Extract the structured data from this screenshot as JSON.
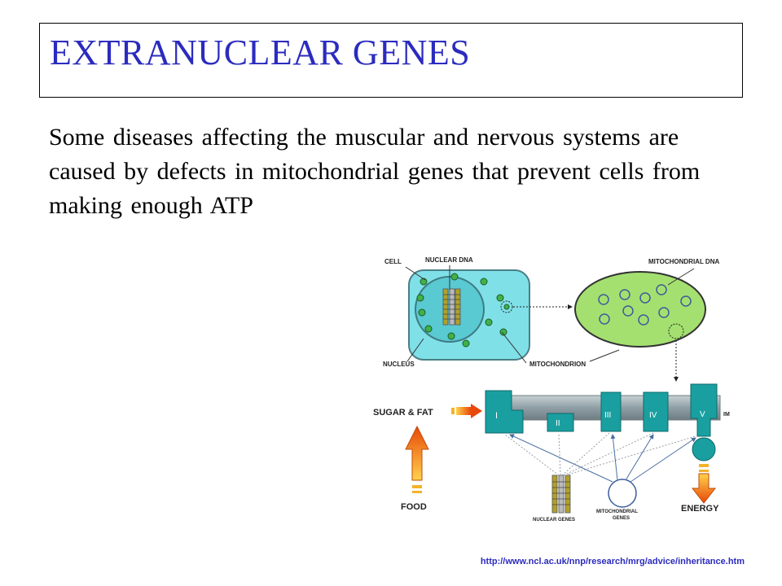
{
  "slide": {
    "title": "EXTRANUCLEAR GENES",
    "body": "Some diseases affecting the muscular and nervous systems are caused by defects in mitochondrial genes that prevent cells from making enough ATP",
    "source_url": "http://www.ncl.ac.uk/nnp/research/mrg/advice/inheritance.htm"
  },
  "diagram": {
    "labels": {
      "cell": "CELL",
      "nuclear_dna": "NUCLEAR DNA",
      "mitochondrial_dna": "MITOCHONDRIAL DNA",
      "nucleus": "NUCLEUS",
      "mitochondrion": "MITOCHONDRION",
      "sugar_fat": "SUGAR & FAT",
      "food": "FOOD",
      "energy": "ENERGY",
      "nuclear_genes": "NUCLEAR GENES",
      "mitochondrial_genes_1": "MITOCHONDRIAL",
      "mitochondrial_genes_2": "GENES",
      "im": "IM"
    },
    "complexes": [
      "I",
      "II",
      "III",
      "IV",
      "V"
    ],
    "colors": {
      "title": "#2b2bbf",
      "cell_fill": "#7fe0e8",
      "mito_fill": "#a4e070",
      "complex_fill": "#1a9fa0",
      "membrane": "#8f9fa5",
      "arrow_orange": "#f07a10"
    }
  }
}
